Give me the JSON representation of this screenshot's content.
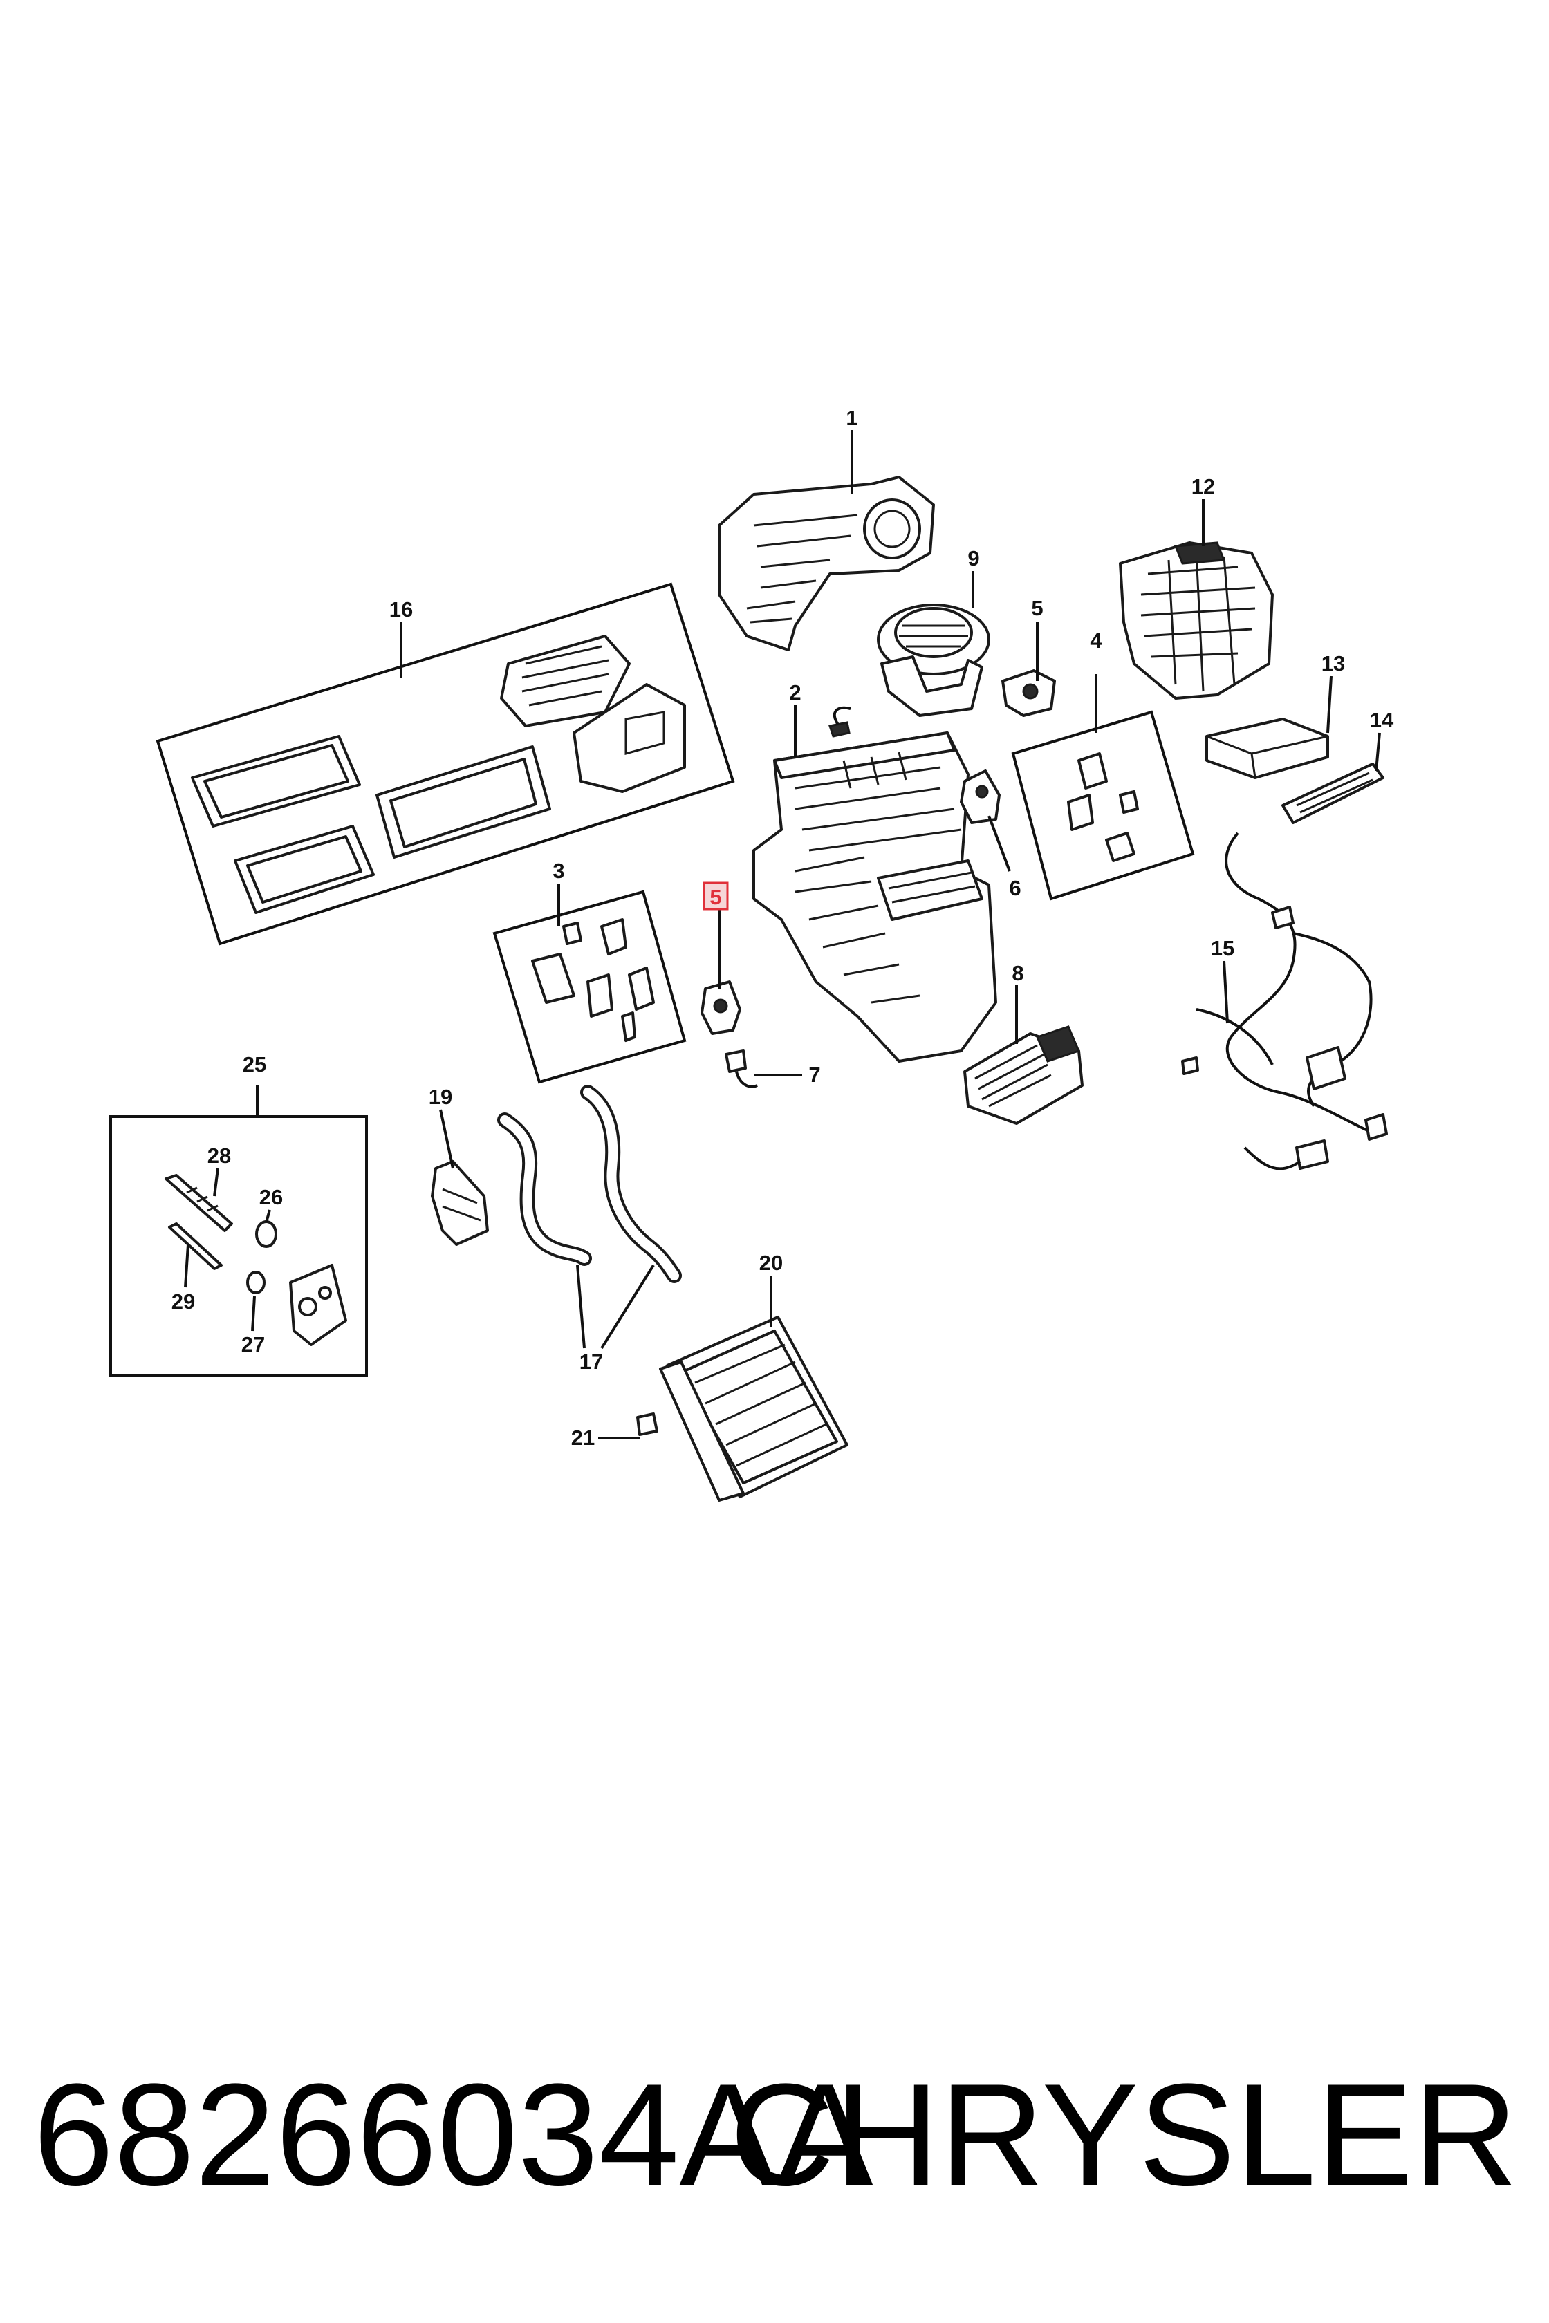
{
  "callouts": [
    {
      "label": "1"
    },
    {
      "label": "2"
    },
    {
      "label": "3"
    },
    {
      "label": "4"
    },
    {
      "label": "5"
    },
    {
      "label": "5"
    },
    {
      "label": "6"
    },
    {
      "label": "7"
    },
    {
      "label": "8"
    },
    {
      "label": "9"
    },
    {
      "label": "12"
    },
    {
      "label": "13"
    },
    {
      "label": "14"
    },
    {
      "label": "15"
    },
    {
      "label": "16"
    },
    {
      "label": "17"
    },
    {
      "label": "19"
    },
    {
      "label": "20"
    },
    {
      "label": "21"
    },
    {
      "label": "25"
    },
    {
      "label": "26"
    },
    {
      "label": "27"
    },
    {
      "label": "28"
    },
    {
      "label": "29"
    }
  ],
  "highlight_color": "#e0303a",
  "footer": {
    "part_number": "68266034AA",
    "brand": "CHRYSLER"
  }
}
